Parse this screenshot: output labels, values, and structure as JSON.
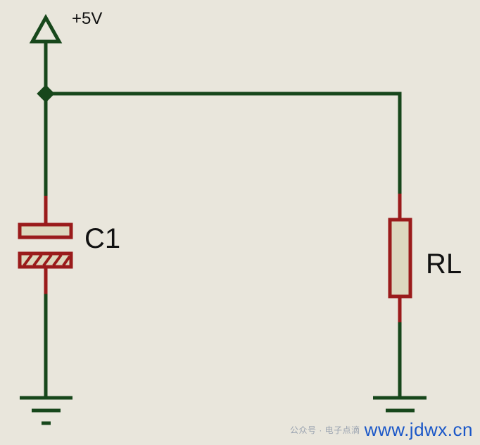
{
  "schematic": {
    "power_label": "+5V",
    "capacitor_label": "C1",
    "resistor_label": "RL"
  },
  "watermark": {
    "site": "www.jdwx.cn",
    "prefix": "公众号 · 电子点滴"
  },
  "colors": {
    "background": "#e9e6dc",
    "wire": "#17471b",
    "pin": "#9a1b1b",
    "component_fill": "#ddd8bf",
    "watermark": "#1a57c8"
  }
}
